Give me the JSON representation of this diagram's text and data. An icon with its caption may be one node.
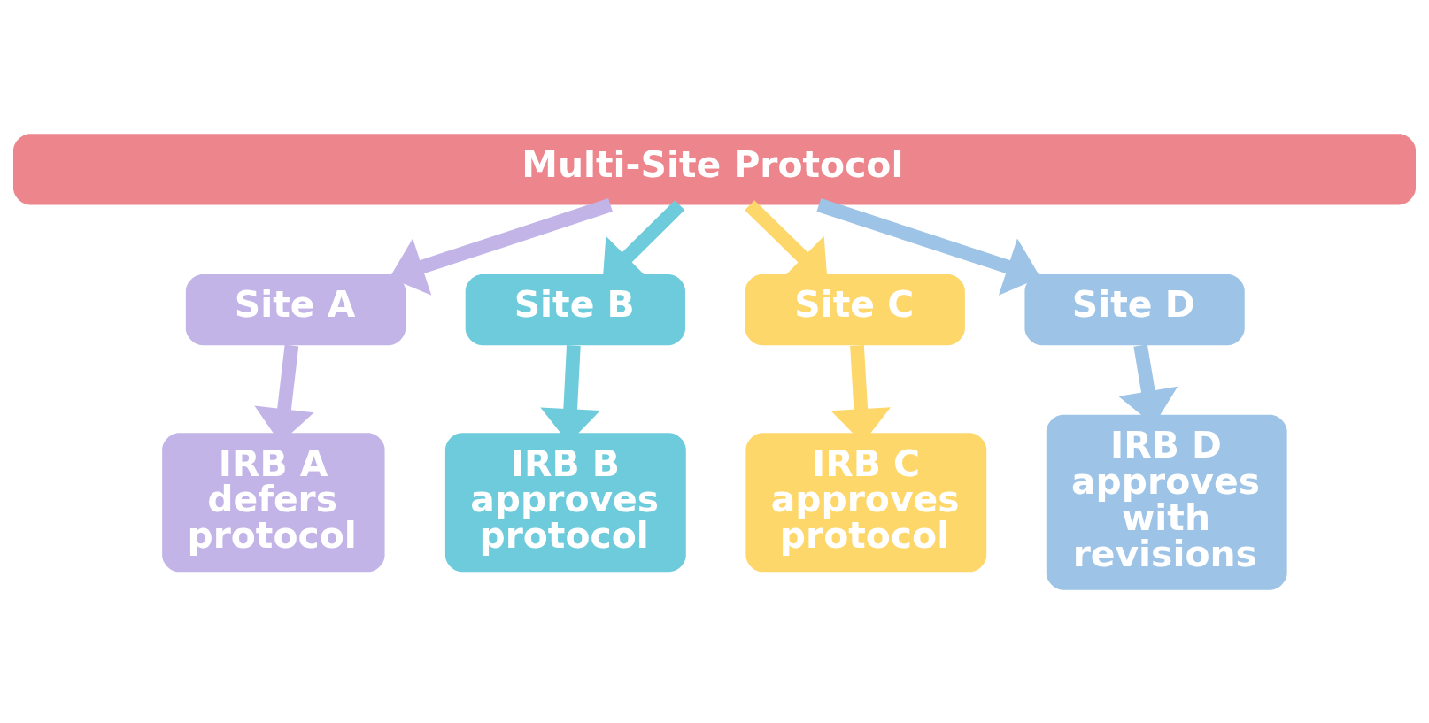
{
  "diagram": {
    "nodes": [
      {
        "text": [
          "Multi-Site Protocol"
        ]
      },
      {
        "text": [
          "Site A"
        ]
      },
      {
        "text": [
          "IRB A defers protocol"
        ]
      },
      {
        "text": [
          "Site B"
        ]
      },
      {
        "text": [
          "IRB B approves protocol"
        ]
      },
      {
        "text": [
          "Site C"
        ]
      },
      {
        "text": [
          "IRB C approves protocol"
        ]
      },
      {
        "text": [
          "Site D"
        ]
      },
      {
        "text": [
          "IRB D approves with revisions"
        ]
      }
    ],
    "edges": [
      {
        "from": 0,
        "to": 1,
        "arrow": "to",
        "color": "#c3b4e8"
      },
      {
        "from": 1,
        "to": 2,
        "arrow": "to",
        "color": "#c3b4e8"
      },
      {
        "from": 0,
        "to": 3,
        "arrow": "to",
        "color": "#6ecbdb"
      },
      {
        "from": 3,
        "to": 4,
        "arrow": "to",
        "color": "#6ecbdb"
      },
      {
        "from": 0,
        "to": 5,
        "arrow": "to",
        "color": "#fdd769"
      },
      {
        "from": 5,
        "to": 6,
        "arrow": "to",
        "color": "#fdd769"
      },
      {
        "from": 0,
        "to": 7,
        "arrow": "to",
        "color": "#9dc3e6"
      },
      {
        "from": 7,
        "to": 8,
        "arrow": "to",
        "color": "#9dc3e6"
      }
    ]
  }
}
